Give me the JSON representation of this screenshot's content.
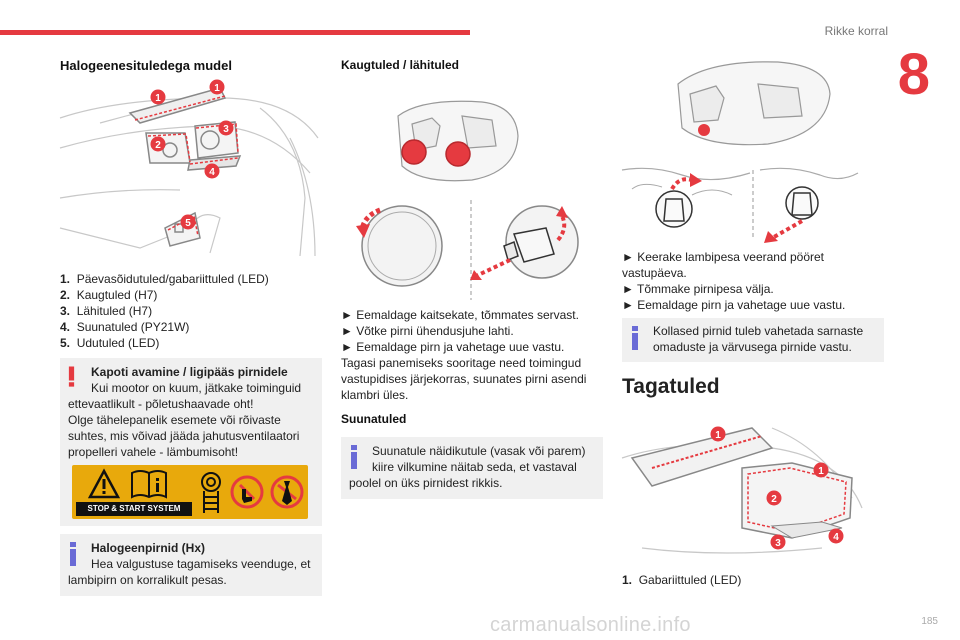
{
  "header": {
    "section_title": "Rikke korral",
    "chapter": "8",
    "page_number": "185"
  },
  "watermark": "carmanualsonline.info",
  "left_column": {
    "title": "Halogeenesituledega mudel",
    "callouts": [
      "1",
      "1",
      "3",
      "2",
      "4",
      "5"
    ],
    "legend": [
      {
        "num": "1.",
        "text": "Päevasõidutuled/gabariittuled (LED)"
      },
      {
        "num": "2.",
        "text": "Kaugtuled (H7)"
      },
      {
        "num": "3.",
        "text": "Lähituled (H7)"
      },
      {
        "num": "4.",
        "text": "Suunatuled (PY21W)"
      },
      {
        "num": "5.",
        "text": "Udutuled (LED)"
      }
    ],
    "warning_box": {
      "title": "Kapoti avamine / ligipääs pirnidele",
      "lines": [
        "Kui mootor on kuum, jätkake toiminguid",
        "ettevaatlikult - põletushaavade oht!",
        "Olge tähelepanelik esemete või rõivaste",
        "suhtes, mis võivad jääda jahutusventilaatori",
        "propelleri vahele - lämbumisoht!"
      ],
      "picto_label": "STOP & START SYSTEM"
    },
    "info_box": {
      "title": "Halogeenpirnid (Hx)",
      "lines": [
        "Hea valgustuse tagamiseks veenduge, et",
        "lambipirn on korralikult pesas."
      ]
    }
  },
  "middle_column": {
    "title": "Kaugtuled / lähituled",
    "steps": [
      "► Eemaldage kaitsekate, tõmmates servast.",
      "► Võtke pirni ühendusjuhe lahti.",
      "► Eemaldage pirn ja vahetage uue vastu."
    ],
    "reassembly": [
      "Tagasi panemiseks sooritage need toimingud",
      "vastupidises järjekorras, suunates pirni asendi",
      "klambri üles."
    ],
    "subtitle": "Suunatuled",
    "info_box": {
      "lines": [
        "Suunatule näidikutule (vasak või parem)",
        "kiire vilkumine näitab seda, et vastaval",
        "poolel on üks pirnidest rikkis."
      ]
    }
  },
  "right_column": {
    "steps": [
      "► Keerake lambipesa veerand pööret",
      "vastupäeva.",
      "► Tõmmake pirnipesa välja.",
      "► Eemaldage pirn ja vahetage uue vastu."
    ],
    "info_box": {
      "lines": [
        "Kollased pirnid tuleb vahetada sarnaste",
        "omaduste ja värvusega pirnide vastu."
      ]
    },
    "title": "Tagatuled",
    "callouts": [
      "1",
      "1",
      "2",
      "3",
      "4"
    ],
    "legend": [
      {
        "num": "1.",
        "text": "Gabariittuled (LED)"
      }
    ]
  },
  "colors": {
    "accent": "#e53a40",
    "info": "#6a6bd6",
    "picto_band": "#e8a90c",
    "box_bg": "#f0f0f0"
  },
  "icons": [
    "warning-triangle-icon",
    "manual-book-icon",
    "fan-icon",
    "no-hand-icon",
    "no-tie-icon"
  ]
}
